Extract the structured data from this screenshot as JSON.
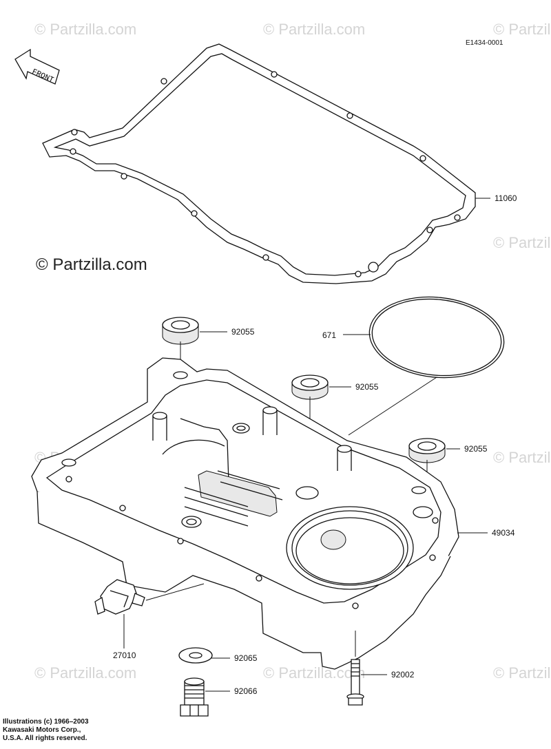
{
  "diagram": {
    "ref_code": "E1434-0001",
    "front_label": "FRONT",
    "watermark_main": "© Partzilla.com",
    "watermark_small": "© Partzilla.com",
    "parts": {
      "gasket": "11060",
      "o_ring": "671",
      "washer_a": "92055",
      "washer_b": "92055",
      "washer_c": "92055",
      "oil_pan": "49034",
      "switch": "27010",
      "washer_d": "92065",
      "drain_plug": "92066",
      "bolt": "92002"
    },
    "copyright_lines": [
      "Illustrations (c) 1966–2003",
      "Kawasaki Motors Corp.,",
      "U.S.A.  All rights reserved."
    ]
  }
}
